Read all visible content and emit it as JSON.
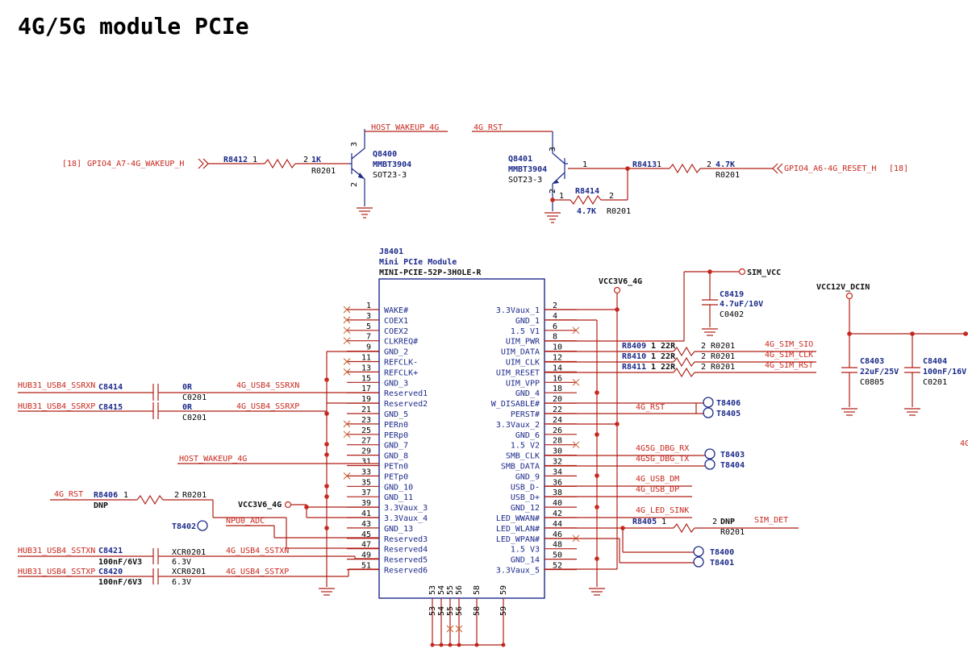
{
  "title": "4G/5G module PCIe",
  "wakeup": {
    "input_net": "GPIO4_A7-4G_WAKEUP_H",
    "input_ref": "[18]",
    "resistor_ref": "R8412",
    "resistor_value": "1K",
    "resistor_pkg": "R0201",
    "transistor_ref": "Q8400",
    "transistor_part": "MMBT3904",
    "transistor_pkg": "SOT23-3",
    "output_net": "HOST_WAKEUP_4G"
  },
  "reset": {
    "output_net": "4G_RST",
    "transistor_ref": "Q8401",
    "transistor_part": "MMBT3904",
    "transistor_pkg": "SOT23-3",
    "r_series_ref": "R8413",
    "r_series_value": "4.7K",
    "r_series_pkg": "R0201",
    "r_pulldown_ref": "R8414",
    "r_pulldown_value": "4.7K",
    "r_pulldown_pkg": "R0201",
    "input_net": "GPIO4_A6-4G_RESET_H",
    "input_ref": "[18]"
  },
  "connector": {
    "ref": "J8401",
    "name": "Mini PCIe Module",
    "part": "MINI-PCIE-52P-3HOLE-R",
    "left_pins": [
      {
        "num": "1",
        "name": "WAKE#"
      },
      {
        "num": "3",
        "name": "COEX1"
      },
      {
        "num": "5",
        "name": "COEX2"
      },
      {
        "num": "7",
        "name": "CLKREQ#"
      },
      {
        "num": "9",
        "name": "GND_2"
      },
      {
        "num": "11",
        "name": "REFCLK-"
      },
      {
        "num": "13",
        "name": "REFCLK+"
      },
      {
        "num": "15",
        "name": "GND_3"
      },
      {
        "num": "17",
        "name": "Reserved1"
      },
      {
        "num": "19",
        "name": "Reserved2"
      },
      {
        "num": "21",
        "name": "GND_5"
      },
      {
        "num": "23",
        "name": "PERn0"
      },
      {
        "num": "25",
        "name": "PERp0"
      },
      {
        "num": "27",
        "name": "GND_7"
      },
      {
        "num": "29",
        "name": "GND_8"
      },
      {
        "num": "31",
        "name": "PETn0"
      },
      {
        "num": "33",
        "name": "PETp0"
      },
      {
        "num": "35",
        "name": "GND_10"
      },
      {
        "num": "37",
        "name": "GND_11"
      },
      {
        "num": "39",
        "name": "3.3Vaux_3"
      },
      {
        "num": "41",
        "name": "3.3Vaux_4"
      },
      {
        "num": "43",
        "name": "GND_13"
      },
      {
        "num": "45",
        "name": "Reserved3"
      },
      {
        "num": "47",
        "name": "Reserved4"
      },
      {
        "num": "49",
        "name": "Reserved5"
      },
      {
        "num": "51",
        "name": "Reserved6"
      }
    ],
    "right_pins": [
      {
        "num": "2",
        "name": "3.3Vaux_1"
      },
      {
        "num": "4",
        "name": "GND_1"
      },
      {
        "num": "6",
        "name": "1.5 V1"
      },
      {
        "num": "8",
        "name": "UIM_PWR"
      },
      {
        "num": "10",
        "name": "UIM_DATA"
      },
      {
        "num": "12",
        "name": "UIM_CLK"
      },
      {
        "num": "14",
        "name": "UIM_RESET"
      },
      {
        "num": "16",
        "name": "UIM_VPP"
      },
      {
        "num": "18",
        "name": "GND_4"
      },
      {
        "num": "20",
        "name": "W_DISABLE#"
      },
      {
        "num": "22",
        "name": "PERST#"
      },
      {
        "num": "24",
        "name": "3.3Vaux_2"
      },
      {
        "num": "26",
        "name": "GND_6"
      },
      {
        "num": "28",
        "name": "1.5 V2"
      },
      {
        "num": "30",
        "name": "SMB_CLK"
      },
      {
        "num": "32",
        "name": "SMB_DATA"
      },
      {
        "num": "34",
        "name": "GND_9"
      },
      {
        "num": "36",
        "name": "USB_D-"
      },
      {
        "num": "38",
        "name": "USB_D+"
      },
      {
        "num": "40",
        "name": "GND_12"
      },
      {
        "num": "42",
        "name": "LED_WWAN#"
      },
      {
        "num": "44",
        "name": "LED_WLAN#"
      },
      {
        "num": "46",
        "name": "LED_WPAN#"
      },
      {
        "num": "48",
        "name": "1.5 V3"
      },
      {
        "num": "50",
        "name": "GND_14"
      },
      {
        "num": "52",
        "name": "3.3Vaux_5"
      }
    ],
    "bottom_pins": [
      "53",
      "54",
      "55",
      "56",
      "58",
      "59"
    ]
  },
  "left_side": {
    "c8414": {
      "net_in": "HUB31_USB4_SSRXN",
      "ref": "C8414",
      "value": "0R",
      "pkg": "C0201",
      "net_out": "4G_USB4_SSRXN"
    },
    "c8415": {
      "net_in": "HUB31_USB4_SSRXP",
      "ref": "C8415",
      "value": "0R",
      "pkg": "C0201",
      "net_out": "4G_USB4_SSRXP"
    },
    "host_wakeup": "HOST_WAKEUP_4G",
    "r8406": {
      "net": "4G_RST",
      "ref": "R8406",
      "pin1": "1",
      "pin2": "2",
      "pkg": "R0201",
      "dnp": "DNP"
    },
    "vcc_label": "VCC3V6_4G",
    "npu_label": "NPU0_ADC",
    "t8402": "T8402",
    "c8421": {
      "net_in": "HUB31_USB4_SSTXN",
      "ref": "C8421",
      "pkg_overlap": "XCR0201",
      "value": "100nF/6V3",
      "voltage": "6.3V",
      "net_out": "4G_USB4_SSTXN"
    },
    "c8420": {
      "net_in": "HUB31_USB4_SSTXP",
      "ref": "C8420",
      "pkg_overlap": "XCR0201",
      "value": "100nF/6V3",
      "voltage": "6.3V",
      "net_out": "4G_USB4_SSTXP"
    }
  },
  "right_side": {
    "vcc_label": "VCC3V6_4G",
    "sim_vcc": "SIM_VCC",
    "c8419": {
      "ref": "C8419",
      "value_overlap": "4.7uF/10V",
      "pkg_overlap": "C0402"
    },
    "r8409": {
      "ref": "R8409",
      "pins": "1 22R",
      "pkg": "2 R0201",
      "net": "4G_SIM_SIO"
    },
    "r8410": {
      "ref": "R8410",
      "pins": "1 22R",
      "pkg": "2 R0201",
      "net": "4G_SIM_CLK"
    },
    "r8411": {
      "ref": "R8411",
      "pins": "1 22R",
      "pkg": "2 R0201",
      "net": "4G_SIM_RST"
    },
    "rst_net": "4G_RST",
    "t8406": "T8406",
    "t8405": "T8405",
    "dbg_rx": "4G5G_DBG_RX",
    "dbg_tx": "4G5G_DBG_TX",
    "t8403": "T8403",
    "t8404": "T8404",
    "usb_dm": "4G_USB_DM",
    "usb_dp": "4G_USB_DP",
    "led_sink": "4G_LED_SINK",
    "r8405": {
      "ref": "R8405",
      "pin1": "1",
      "pin2": "2",
      "dnp": "DNP",
      "pkg": "R0201",
      "net": "SIM_DET"
    },
    "t8400": "T8400",
    "t8401": "T8401",
    "vcc12_label": "VCC12V_DCIN",
    "c8403": {
      "ref": "C8403",
      "value_overlap": "22uF/25V",
      "pkg_overlap": "C0805"
    },
    "c8404": {
      "ref": "C8404",
      "value_overlap": "100nF/16V",
      "pkg_overlap": "C0201"
    },
    "edge_label": "4G"
  }
}
